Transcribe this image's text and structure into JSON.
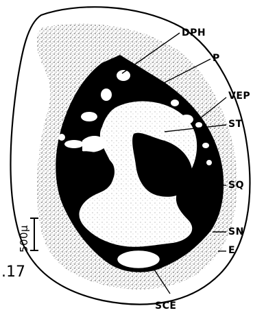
{
  "figure": {
    "number_label": ".17",
    "scale_bar_label": "500µ"
  },
  "labels": {
    "dph": "DPH",
    "p": "P",
    "vep": "VEP",
    "st": "ST",
    "sq": "SQ",
    "sn": "SN",
    "e": "E",
    "sce": "SCE"
  },
  "colors": {
    "ink": "#000000",
    "stipple": "#8a8a8a",
    "paper": "#ffffff"
  }
}
